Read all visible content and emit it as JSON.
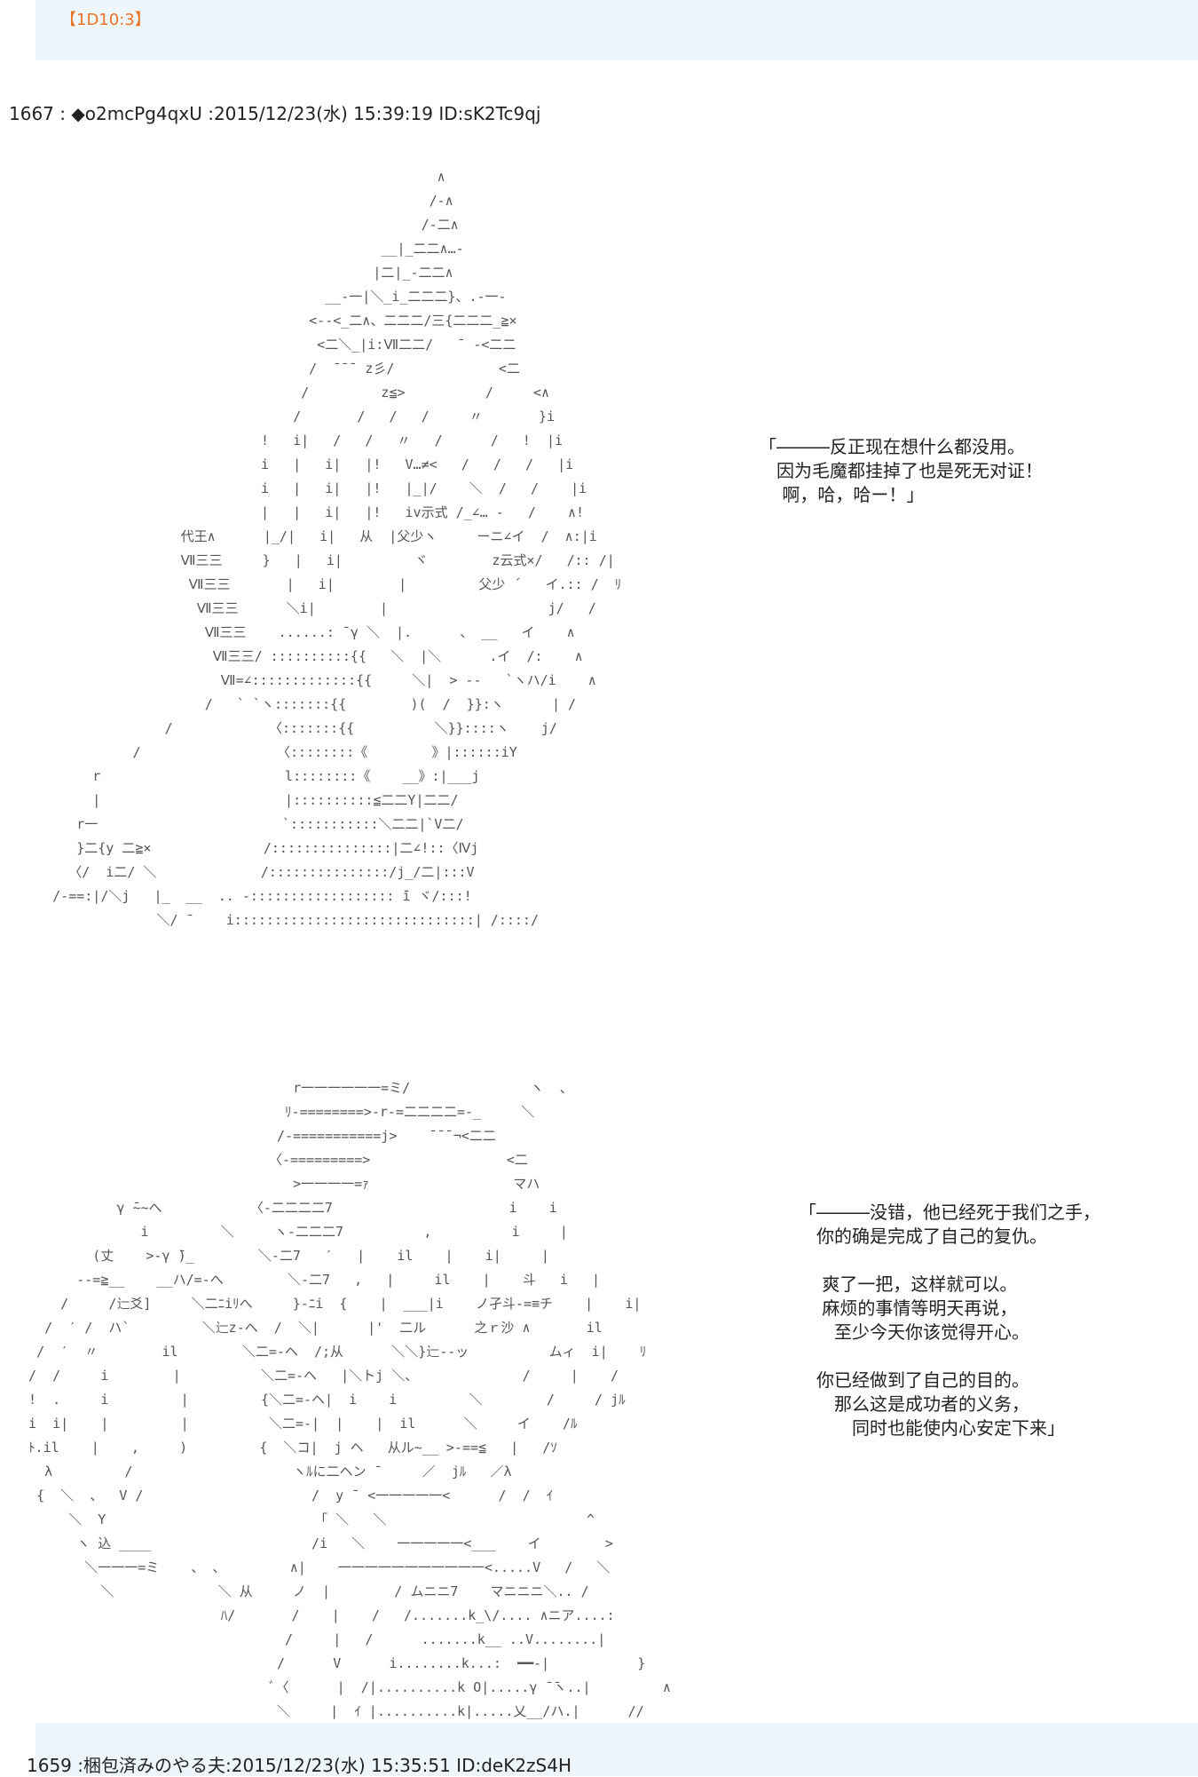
{
  "top": {
    "tag": "【1D10:3】"
  },
  "post": {
    "number": "1667",
    "separator": " : ",
    "name": "◆o2mcPg4qxU",
    "date": " :2015/12/23(水) 15:39:19 ID:sK2Tc9qj"
  },
  "art": {
    "block1": "                                                     ∧\n                                                    /-∧\n                                                   /-二∧\n                                              __|_二二∧…-\n                                             |二|_-二二∧\n                                       __-一|＼_i_二二二}、.-一-\n                                     <--<_二∧、二二二/三{二二二_≧×\n                                      <二＼_|i:Ⅶ二二/   ̄  -<二二\n                                     /  ̄ ̄ ̄  z彡/             <二\n                                    /         z≦>          /     <∧\n                                   /       /   /   /     〃       }i\n                               !   i|   /   /   〃   /      /   !  |i\n                               i   |   i|   |!   V…≠<   /   /   /   |i\n                               i   |   i|   |!   |_|/    ＼  /   /    |i\n                               |   |   i|   |!   iv示式 /_∠… -   /    ∧!\n                     代王∧      |_/|   i|   从  |父少ヽ     ーニ∠イ  /  ∧:|i\n                     Ⅶ三三     }   |   i|         ヾ        z云式×/   /:: /|\n                      Ⅶ三三       |   i|        |         父少 ´   イ.:: /  ﾘ\n                       Ⅶ三三      ＼i|        |                    j/   /\n                        Ⅶ三三    ......: ̄ γ ＼  |.      、 __   イ    ∧\n                         Ⅶ三三/ ::::::::::{{   ＼  |＼      .イ  /:    ∧\n                          Ⅶ=∠:::::::::::::{{     ＼|  > --   `ヽハ/i    ∧\n                        /   ` `ヽ:::::::{{        )(  /  }}:ヽ      | /\n                   /            〈:::::::{{          ＼}}::::ヽ    j/\n               /                 〈::::::::《        》|::::::iY\n          r                       l::::::::《    __》:|___j\n          |                       |::::::::::≦二二Y|二二/\n        r一                       `:::::::::::＼二二|`V二/\n        }二{y 二≧×              /:::::::::::::::|二∠!::〈Ⅳj\n       〈/  i二/ ＼             /:::::::::::::::/j_/二|:::V\n     /-==:|/＼j   |_  __  .. -:::::::::::::::::: ̄i ヾ/:::!\n                  ＼/ ̄     i::::::::::::::::::::::::::::::| /::::/",
    "block2": "                                   r一一一一一一=ミ/               ヽ  、\n                                  ﾘ-========>-r-=二二二二=-_     ＼\n                                 /-===========j>    ̄ ̄ ̄ ¬<二二\n                                〈-=========>                 <二\n                                   >一一一一=ｧ                  マハ\n             γ ̄~~へ           〈-二二二二7                      i    i\n                i         ＼     ヽ-二二二7          ,          i     |\n          (丈    >-γ ̄)_        ＼-二7   ′   |    il    |    i|     |\n        --=≧__    __ハ/=-へ        ＼-二7   ,   |     il    |    斗   i   |\n      /     /辷爻]     ＼二ﾆiﾘへ     }-ﾆi  {    |  ___|i    ノ孑斗-=≡チ    |    i|\n    /  ′ /  ハ`         ＼辷z-へ  /  ＼|      |'  二ル      之ｒ沙 ∧       il\n   /  ′  〃        il        ＼二=-ヘ  /;从      ＼＼}辷--ッ          ムィ  i|    ﾘ\n  /  /     i        |          ＼二=-ヘ   |＼トj ＼、             /     |    /\n  !  .     i         |         {＼二=-ヘ|  i    i         ＼        /     / jﾙ\n  i  i|    |         |          ＼二=-|  |    |  il      ＼     イ    /ﾙ\n  ﾄ.il    |    ,     )         {  ＼コ|  j ヘ   从ル~__ >-==≦   |   /ｿ\n    λ         /                    ヽﾙに二ヘン ̄      ／  jﾙ   ／λ\n   {  ＼  、  V /                     /  y ̄  <一一一一一<      /  /  ｲ\n       ＼  Y                          「 ＼   ＼                         ^\n        ヽ 込 ____                    /i   ＼    一一一一一<___    イ        >\n         ＼一一一=ミ    、 、        ∧|    一一一一一一一一一一一<.....V   /   ＼\n           ＼             ＼ 从     ノ  |        / ムニニ7    マニニニ＼.. /\n                          ﾊ/       /    |    /   /.......k_\\/.... ∧ニア....:\n                                  /     |   /      .......k__ ..V........|\n                                 /      V      i........k...:  ━━-|           }\n                                ﾞ〈      |  /|..........k O|.....γ ̄ ̄ヽ..|         ∧\n                                 ＼     |  ｲ |..........k|.....乂__/ハ.|      //"
  },
  "dialogue1": [
    "「―――反正现在想什么都没用。",
    "　因为毛魔都挂掉了也是死无对证！",
    "　 啊，哈，哈ー！」"
  ],
  "dialogue2": [
    "「―――没错，他已经死于我们之手，",
    "　你的确是完成了自己的复仇。",
    "",
    "　 爽了一把，这样就可以。",
    "　 麻烦的事情等明天再说，",
    "　　至少今天你该觉得开心。",
    "",
    "　你已经做到了自己的目的。",
    "　　那么这是成功者的义务，",
    "　　　同时也能使内心安定下来」"
  ],
  "bottom": {
    "number": "1659",
    "name": " :梱包済みのやる夫",
    "date": ":2015/12/23(水) 15:35:51 ID:deK2zS4H"
  }
}
